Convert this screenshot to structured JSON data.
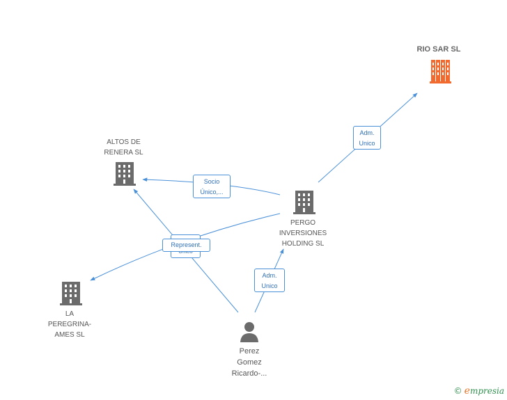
{
  "nodes": {
    "rio_sar": {
      "label": "RIO SAR SL",
      "color": "#f26a2e"
    },
    "altos_de_renera": {
      "label": "ALTOS DE\nRENERA SL",
      "color": "#6b6b6b"
    },
    "pergo": {
      "label": "PERGO\nINVERSIONES\nHOLDING  SL",
      "color": "#6b6b6b"
    },
    "la_peregrina": {
      "label": "LA\nPEREGRINA-\nAMES SL",
      "color": "#6b6b6b"
    },
    "perez": {
      "label": "Perez\nGomez\nRicardo-...",
      "color": "#6b6b6b"
    }
  },
  "edges": {
    "pergo_to_rio": {
      "label": "Adm.\nUnico"
    },
    "pergo_to_altos": {
      "label": "Socio\nÚnico,..."
    },
    "perez_to_pergo": {
      "label": "Adm.\nUnico"
    },
    "perez_represent": {
      "label": "Represent."
    },
    "perez_hidden": {
      "label": "Unico"
    }
  },
  "colors": {
    "edge": "#4a90d9",
    "company": "#6b6b6b",
    "focus": "#f26a2e"
  },
  "brand": {
    "copyright": "©",
    "initial": "e",
    "name": "mpresia"
  }
}
